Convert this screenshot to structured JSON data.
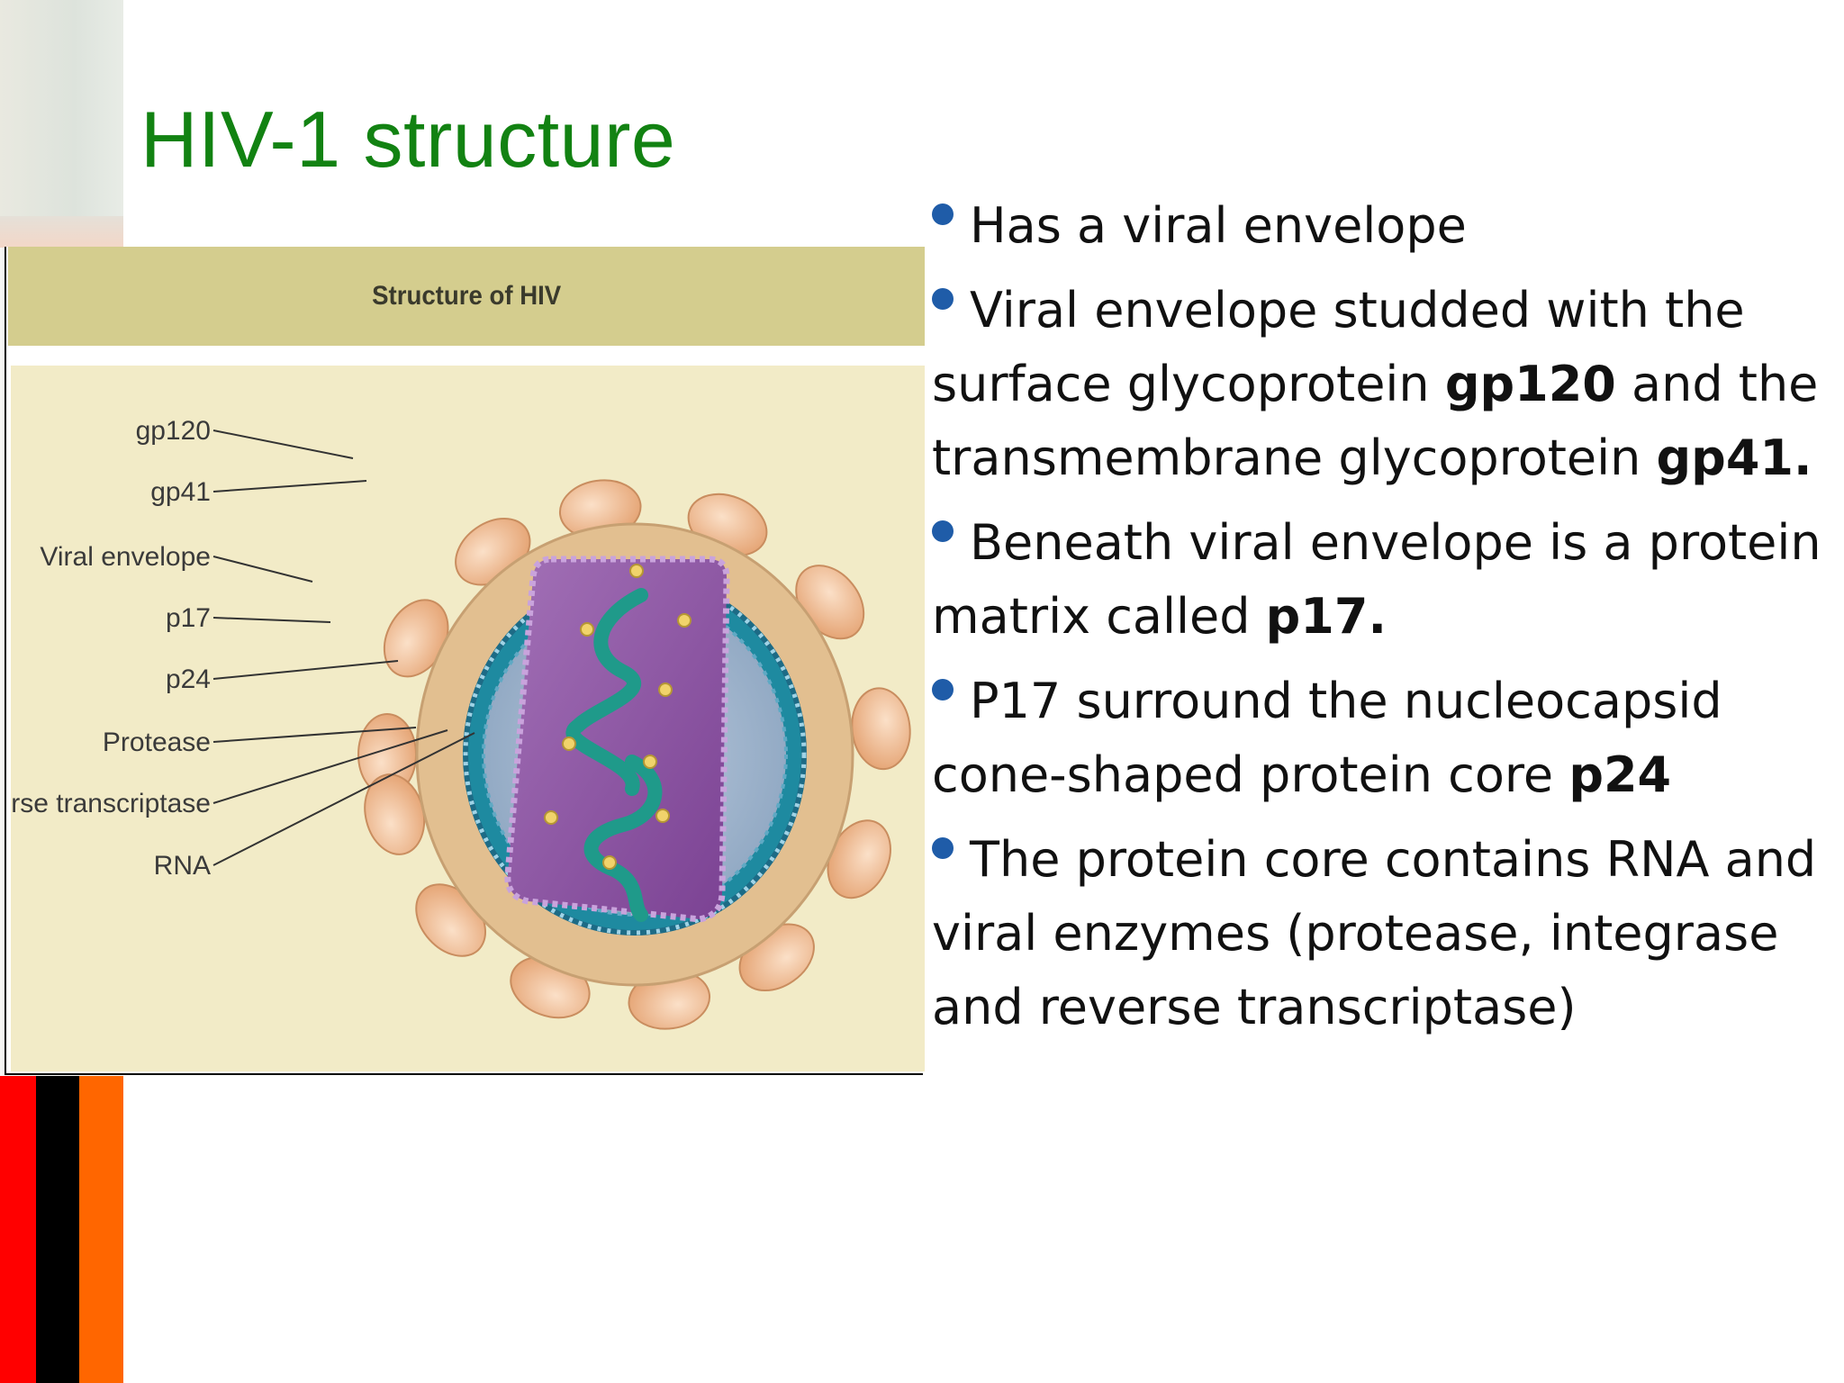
{
  "slide": {
    "title": "HIV-1 structure"
  },
  "figure": {
    "header": "Structure of HIV",
    "labels": {
      "gp120": "gp120",
      "gp41": "gp41",
      "envelope": "Viral envelope",
      "p17": "p17",
      "p24": "p24",
      "protease": "Protease",
      "rt": "Reverse transcriptase",
      "rna": "RNA"
    }
  },
  "bullets": [
    {
      "text": "Has a viral envelope"
    },
    {
      "pre": "Viral envelope  studded with the surface glycoprotein ",
      "b1": "gp120",
      "mid": " and the transmembrane glycoprotein ",
      "b2": "gp41."
    },
    {
      "pre": "Beneath viral envelope is a protein matrix called ",
      "b1": "p17."
    },
    {
      "pre": "P17 surround the nucleocapsid cone-shaped protein core ",
      "b1": "p24"
    },
    {
      "text": "The protein core contains RNA and viral enzymes (protease, integrase and reverse transcriptase)"
    }
  ],
  "colors": {
    "title": "#128212",
    "bullet": "#1f5ca8",
    "header_band": "#d4cd8e",
    "figure_bg": "#f2ebc7",
    "stripe_red": "#ff0000",
    "stripe_black": "#000000",
    "stripe_orange": "#ff6600"
  }
}
